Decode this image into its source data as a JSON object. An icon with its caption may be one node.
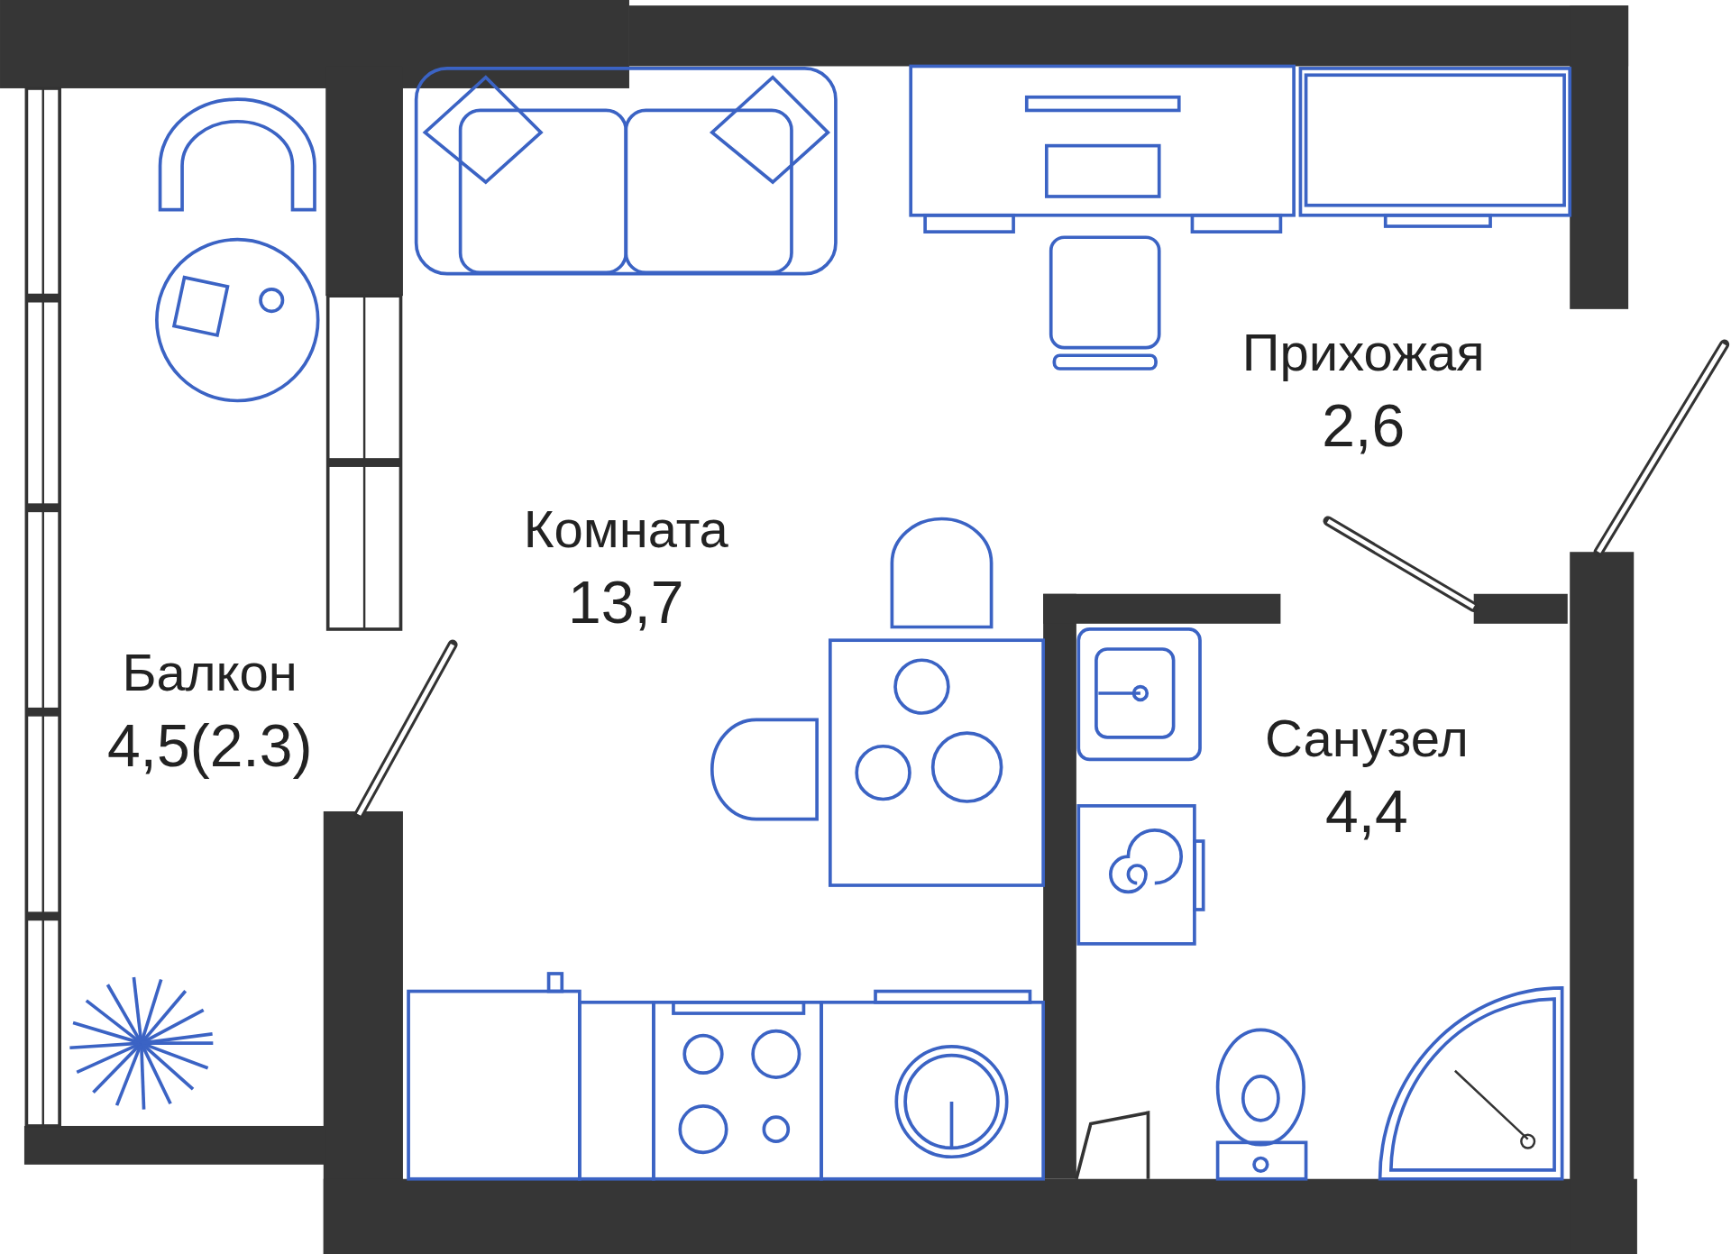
{
  "diagram": {
    "nodes": [
      {
        "text": [
          "Прихожая",
          "2,6"
        ]
      },
      {
        "text": [
          "Комната",
          "13,7"
        ]
      },
      {
        "text": [
          "Балкон",
          "4,5(2.3)"
        ]
      },
      {
        "text": [
          "Санузел",
          "4,4"
        ]
      }
    ]
  }
}
